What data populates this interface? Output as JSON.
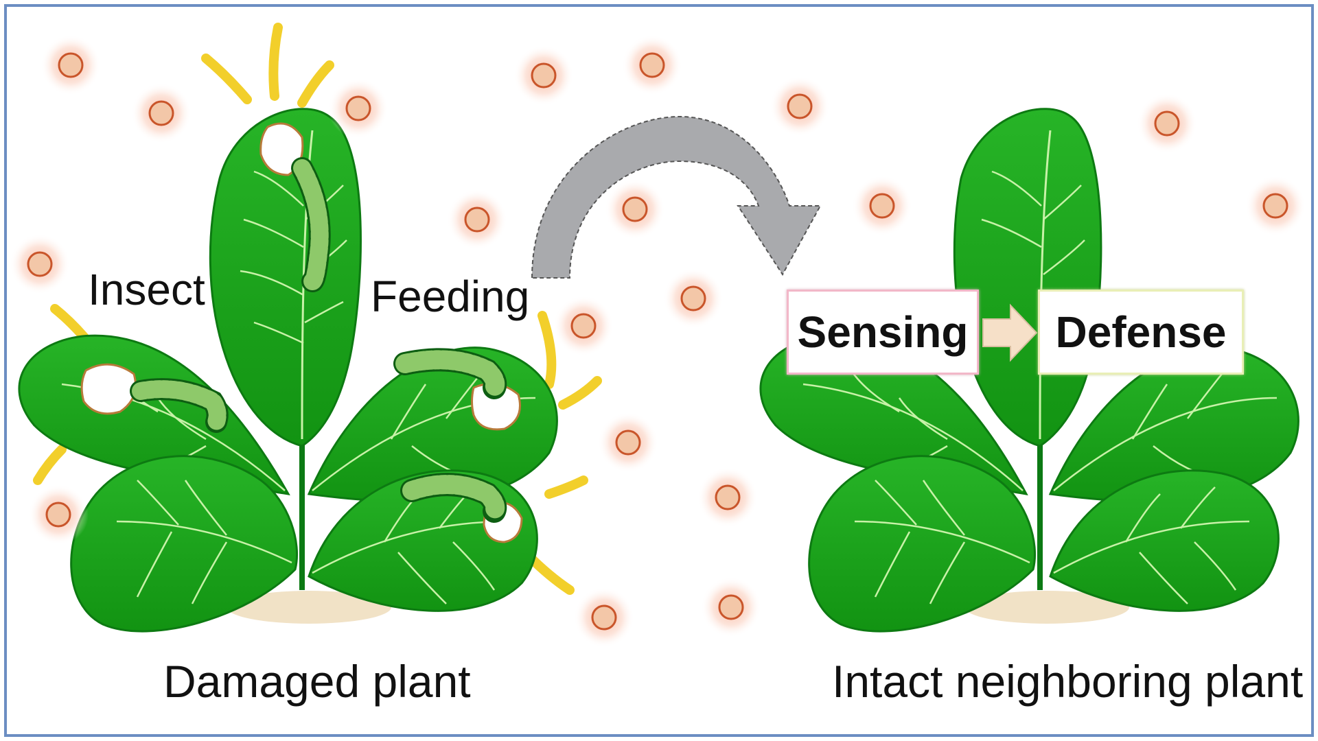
{
  "labels": {
    "insect": "Insect",
    "feeding": "Feeding",
    "damaged_plant": "Damaged plant",
    "intact_plant": "Intact neighboring plant"
  },
  "process": {
    "sensing": "Sensing",
    "defense": "Defense"
  },
  "colors": {
    "leaf": "#1fa31f",
    "leaf_dark": "#0d7a12",
    "vein": "#c8f2a8",
    "caterpillar": "#8ec96a",
    "volatile": "#f7a98c",
    "volatile_core": "#f3c7a8",
    "arrow": "#a9aaad",
    "sensing_border": "#f2b7c8",
    "defense_border": "#e9efb6",
    "frame_border": "#6c8ec2"
  },
  "icons": [
    "volatile-dot-icon",
    "caterpillar-icon",
    "curved-arrow-icon",
    "right-arrow-icon"
  ]
}
